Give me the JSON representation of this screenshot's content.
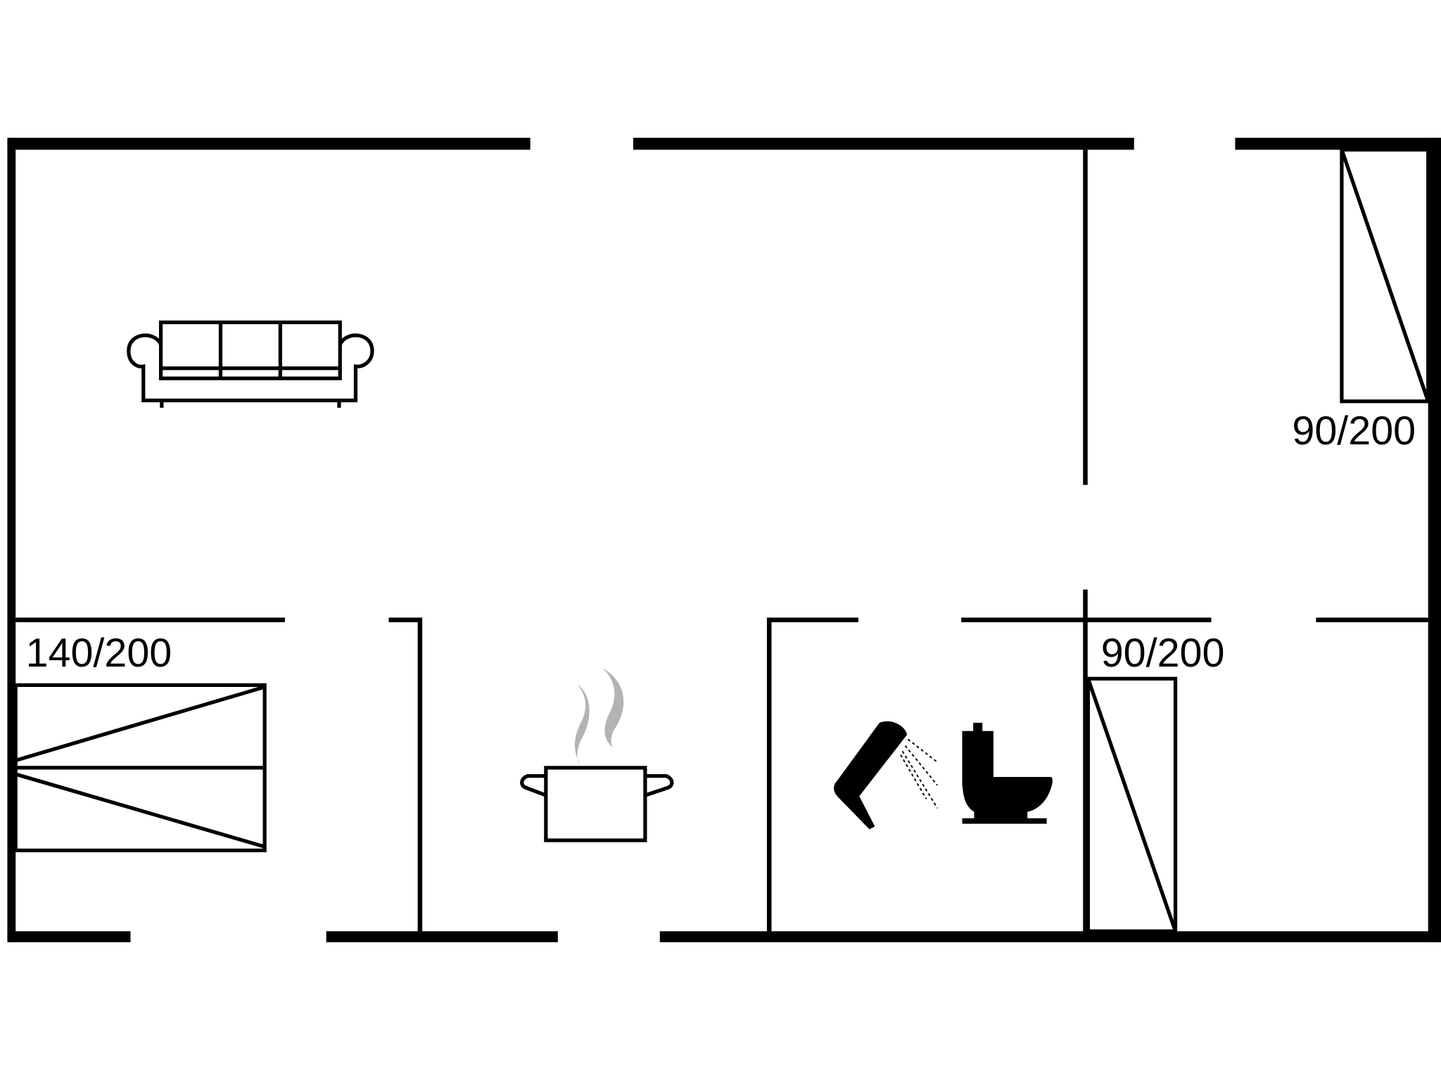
{
  "floorplan": {
    "title": "",
    "colors": {
      "wall": "#000000",
      "background": "#ffffff",
      "steam": "#b3b3b3"
    },
    "rooms": [
      {
        "id": "living-room",
        "icon": "sofa-icon"
      },
      {
        "id": "bedroom-1",
        "bed_label": "140/200",
        "icon": "double-bed-icon"
      },
      {
        "id": "kitchen",
        "icon": "cooking-pot-icon"
      },
      {
        "id": "bathroom",
        "icons": [
          "shower-icon",
          "toilet-icon"
        ]
      },
      {
        "id": "bedroom-2",
        "bed_label": "90/200",
        "icon": "single-bed-icon"
      },
      {
        "id": "bedroom-3",
        "bed_label": "90/200",
        "icon": "single-bed-icon"
      }
    ],
    "labels": {
      "bed_double": "140/200",
      "bed_single_lower": "90/200",
      "bed_single_upper": "90/200"
    }
  }
}
